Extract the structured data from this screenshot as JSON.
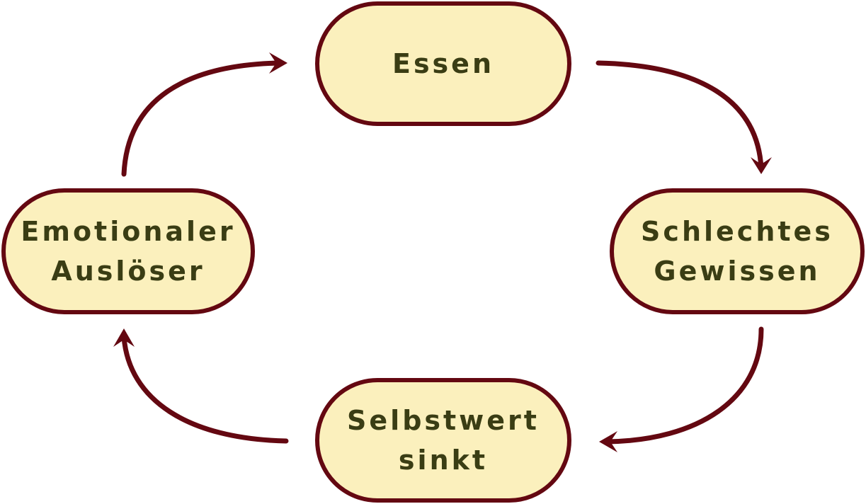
{
  "colors": {
    "node_fill": "#fbf0bd",
    "node_border": "#640811",
    "text": "#3a3d14",
    "arrow": "#640811"
  },
  "nodes": {
    "essen": {
      "lines": [
        "Essen"
      ]
    },
    "schlechtes_gewissen": {
      "lines": [
        "Schlechtes",
        "Gewissen"
      ]
    },
    "selbstwert_sinkt": {
      "lines": [
        "Selbstwert",
        "sinkt"
      ]
    },
    "emotionaler_ausloeser": {
      "lines": [
        "Emotionaler",
        "Auslöser"
      ]
    }
  },
  "edges": [
    {
      "from": "essen",
      "to": "schlechtes_gewissen"
    },
    {
      "from": "schlechtes_gewissen",
      "to": "selbstwert_sinkt"
    },
    {
      "from": "selbstwert_sinkt",
      "to": "emotionaler_ausloeser"
    },
    {
      "from": "emotionaler_ausloeser",
      "to": "essen"
    }
  ]
}
